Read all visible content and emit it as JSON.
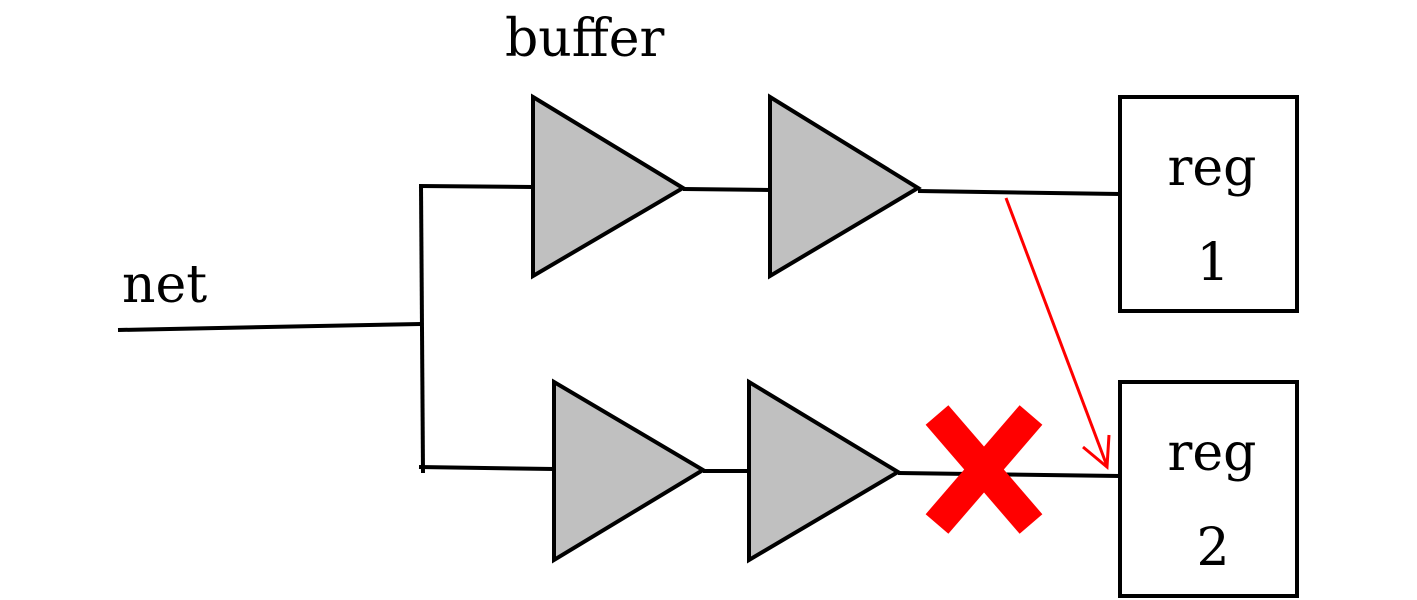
{
  "labels": {
    "buffer": "buffer",
    "net": "net",
    "reg1_line1": "reg",
    "reg1_line2": "1",
    "reg2_line1": "reg",
    "reg2_line2": "2"
  },
  "colors": {
    "wire": "#000000",
    "buffer_fill": "#c0c0c0",
    "highlight": "#ff0000"
  }
}
